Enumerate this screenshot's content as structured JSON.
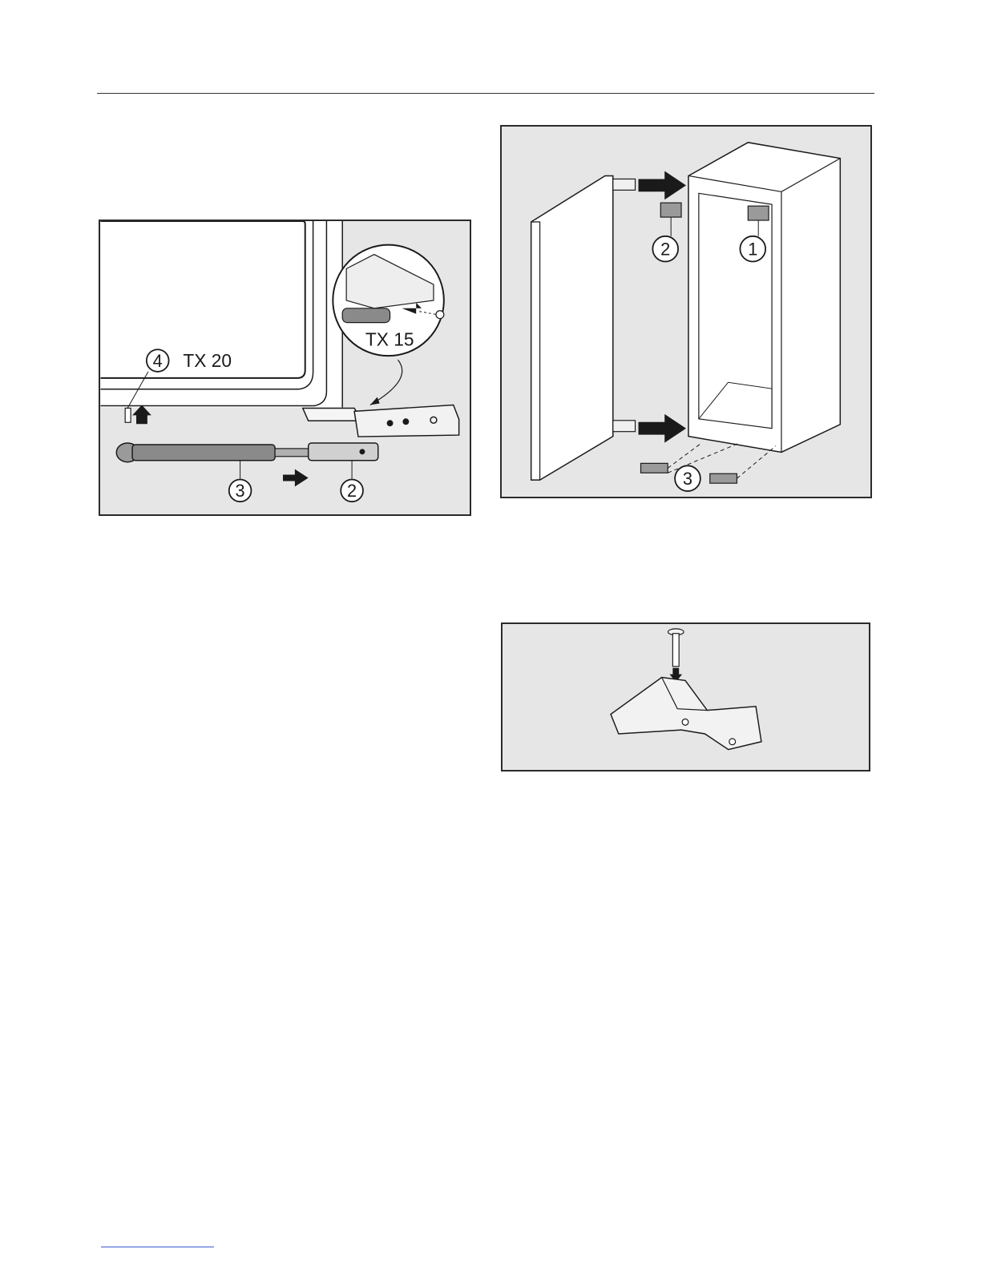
{
  "figures": {
    "fig1": {
      "tools": {
        "tx20": "TX 20",
        "tx15": "TX 15"
      },
      "callouts": {
        "c4": "4",
        "c3": "3",
        "c2": "2"
      }
    },
    "fig2": {
      "callouts": {
        "c1": "1",
        "c2": "2",
        "c3": "3"
      }
    },
    "fig3": {}
  },
  "colors": {
    "figure_bg": "#e6e6e6",
    "line": "#1a1a1a",
    "white": "#ffffff",
    "footer_link": "#3b5bcc"
  }
}
